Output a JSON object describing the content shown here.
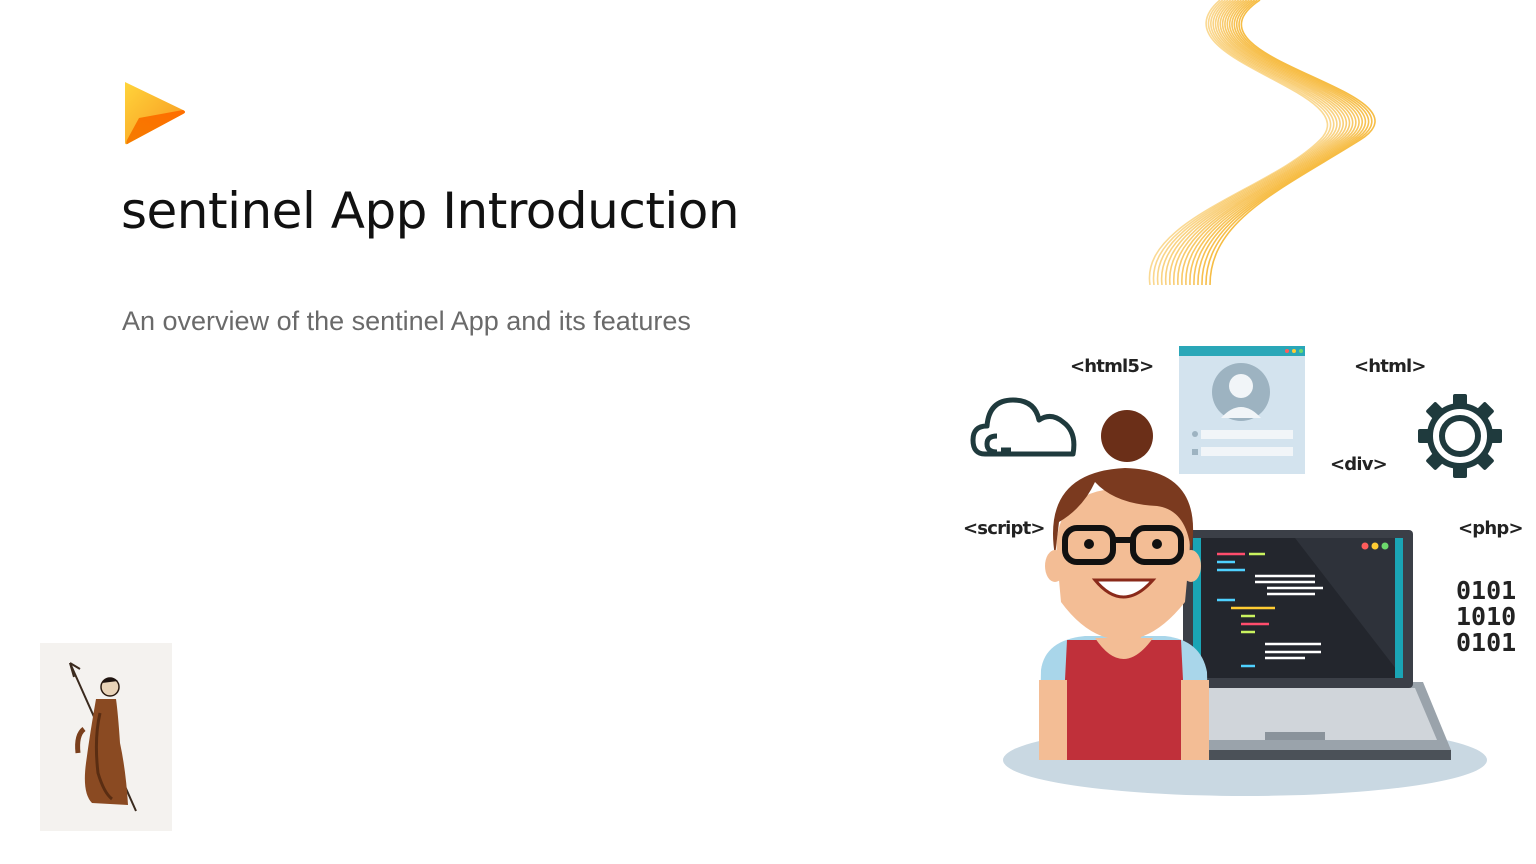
{
  "slide": {
    "title": "sentinel App Introduction",
    "subtitle": "An overview of the sentinel App and its features"
  },
  "illustration": {
    "tags": {
      "html5": "<html5>",
      "html": "<html>",
      "div": "<div>",
      "script": "<script>",
      "php": "<php>"
    },
    "binary": [
      "0101",
      "1010",
      "0101"
    ]
  },
  "colors": {
    "title": "#111111",
    "subtitle": "#6a6a6a",
    "logo_orange": "#f7931e",
    "logo_yellow": "#fbc02d",
    "wave": "#f6b93b",
    "shirt": "#c0303a",
    "screen": "#2b2d35"
  },
  "icons": {
    "logo": "play-logo-icon",
    "cloud": "cloud-terminal-icon",
    "gear": "gear-icon",
    "profile": "profile-window-icon"
  }
}
